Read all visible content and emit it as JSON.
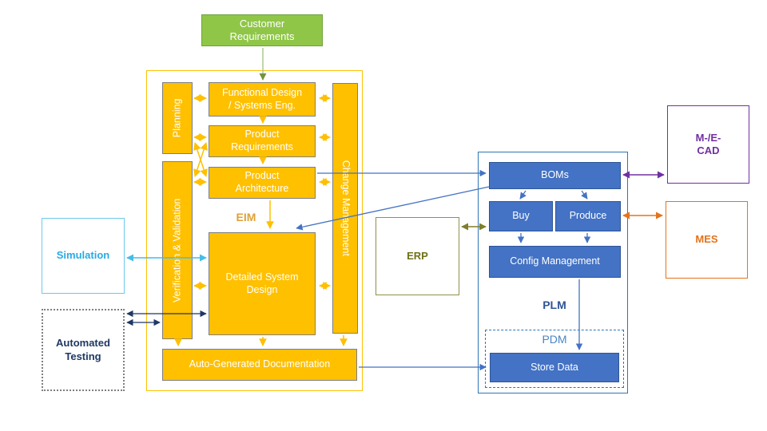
{
  "diagram": {
    "customer_requirements": "Customer\nRequirements",
    "engineering": {
      "planning": "Planning",
      "functional_design": "Functional Design\n/ Systems Eng.",
      "product_requirements": "Product\nRequirements",
      "product_architecture": "Product\nArchitecture",
      "eim": "EIM",
      "verification_validation": "Verification & Validation",
      "change_management": "Change Management",
      "detailed_system_design": "Detailed System\nDesign",
      "auto_generated_documentation": "Auto-Generated Documentation"
    },
    "plm": {
      "boms": "BOMs",
      "buy": "Buy",
      "produce": "Produce",
      "config_management": "Config Management",
      "plm_label": "PLM",
      "pdm_label": "PDM",
      "store_data": "Store Data"
    },
    "external": {
      "simulation": "Simulation",
      "automated_testing": "Automated\nTesting",
      "erp": "ERP",
      "mcad": "M-/E-\nCAD",
      "mes": "MES"
    }
  },
  "colors": {
    "yellow": "#FFC000",
    "gray": "#7F7F7F",
    "green": "#8FC647",
    "greenBorder": "#6FA33B",
    "blue": "#4472C4",
    "blueDark": "#2F5597",
    "blueContainer": "#2E75B6",
    "plmText": "#2F5496",
    "pdmText": "#4A86C5",
    "navy": "#1F3864",
    "cyan": "#29ABE2",
    "cyanBorder": "#6CC9EA",
    "purple": "#7030A0",
    "orange": "#E3731C",
    "olive": "#6F7019",
    "oliveBorder": "#90904E",
    "eim": "#DFA136"
  }
}
